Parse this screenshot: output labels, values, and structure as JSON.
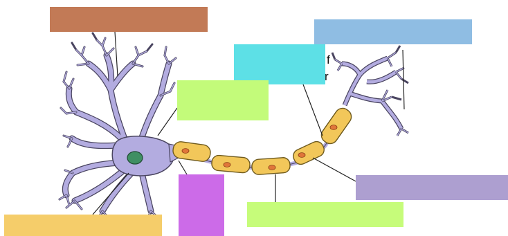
{
  "colors": {
    "background": "#ffffff",
    "neuron_fill": "#b3ace0",
    "neuron_stroke": "#4a4560",
    "nucleus_fill": "#3f8f63",
    "schwann_fill": "#f2c75a",
    "schwann_stroke": "#6e5a1e",
    "schwann_nucleus": "#e0763a",
    "leader_line": "#222222"
  },
  "label_boxes": [
    {
      "id": "dendrites-box",
      "color": "#c27a56"
    },
    {
      "id": "axon-terminal-box",
      "color": "#8fbde3"
    },
    {
      "id": "schwann-cell-box",
      "color": "#5de0e6"
    },
    {
      "id": "cell-body-box",
      "color": "#c3fb7a"
    },
    {
      "id": "myelin-sheath-box",
      "color": "#ad9fd0"
    },
    {
      "id": "node-ranvier-box",
      "color": "#c6fc7a"
    },
    {
      "id": "axon-box",
      "color": "#cc6be8"
    },
    {
      "id": "nucleus-box",
      "color": "#f5cd6a"
    }
  ],
  "stray_text": {
    "upper": "f",
    "lower": "r"
  }
}
